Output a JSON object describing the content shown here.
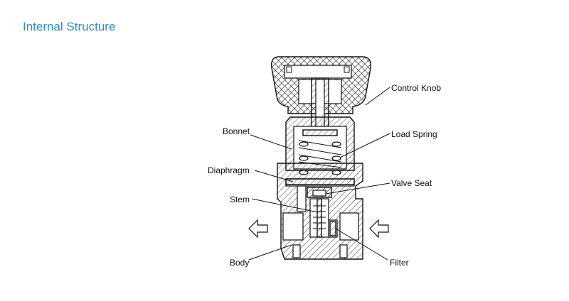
{
  "header": {
    "title": "Internal Structure"
  },
  "labels": {
    "control_knob": "Control Knob",
    "bonnet": "Bonnet",
    "load_spring": "Load Spring",
    "diaphragm": "Diaphragm",
    "valve_seat": "Valve Seat",
    "stem": "Stem",
    "body": "Body",
    "filter": "Filter"
  },
  "colors": {
    "title": "#2b8fc4",
    "line": "#111111"
  },
  "icons": {
    "outlet": "arrow-left-icon",
    "inlet": "arrow-left-icon"
  }
}
